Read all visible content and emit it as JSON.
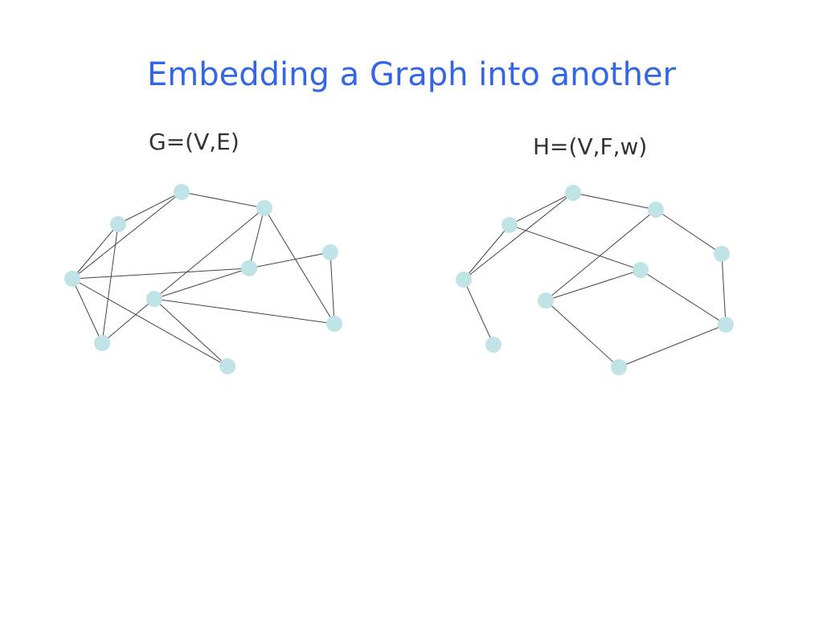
{
  "slide": {
    "title": "Embedding a Graph into another"
  },
  "graphs": [
    {
      "label": "G=(V,E)",
      "nodes": 10,
      "edges": [
        [
          0,
          1
        ],
        [
          0,
          2
        ],
        [
          0,
          7
        ],
        [
          1,
          2
        ],
        [
          1,
          3
        ],
        [
          2,
          3
        ],
        [
          2,
          4
        ],
        [
          2,
          6
        ],
        [
          3,
          5
        ],
        [
          4,
          5
        ],
        [
          5,
          6
        ],
        [
          5,
          7
        ],
        [
          5,
          9
        ],
        [
          6,
          7
        ],
        [
          6,
          8
        ],
        [
          7,
          9
        ],
        [
          8,
          9
        ]
      ]
    },
    {
      "label": "H=(V,F,w)",
      "nodes": 10,
      "edges": [
        [
          0,
          1
        ],
        [
          0,
          2
        ],
        [
          0,
          7
        ],
        [
          1,
          2
        ],
        [
          1,
          6
        ],
        [
          2,
          3
        ],
        [
          4,
          5
        ],
        [
          4,
          9
        ],
        [
          5,
          6
        ],
        [
          5,
          7
        ],
        [
          6,
          9
        ],
        [
          7,
          8
        ],
        [
          8,
          9
        ]
      ]
    }
  ],
  "colors": {
    "title": "#3366e6",
    "node_fill": "#bfe3e6",
    "edge_stroke": "#444444"
  }
}
